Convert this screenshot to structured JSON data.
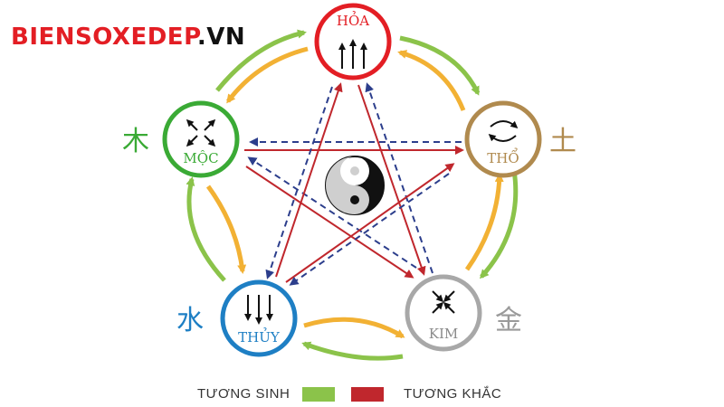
{
  "brand": {
    "name": "BIENSOXEDEP",
    "tld": ".VN"
  },
  "colors": {
    "sinh": "#8bc34a",
    "sinh_head": "#f2b134",
    "khac": "#c0272d",
    "khac_dash": "#2c3e8c",
    "hoa": "#e31e24",
    "tho": "#b08a4e",
    "kim": "#a8a8a8",
    "thuy": "#1e7fc4",
    "moc": "#3aaa35"
  },
  "elements": [
    {
      "id": "hoa",
      "name": "HỎA",
      "hanzi": "",
      "icon": "arrows-up-icon"
    },
    {
      "id": "tho",
      "name": "THỔ",
      "hanzi": "土",
      "icon": "cycle-arrows-icon"
    },
    {
      "id": "kim",
      "name": "KIM",
      "hanzi": "金",
      "icon": "arrows-inward-icon"
    },
    {
      "id": "thuy",
      "name": "THỦY",
      "hanzi": "水",
      "icon": "arrows-down-icon"
    },
    {
      "id": "moc",
      "name": "MỘC",
      "hanzi": "木",
      "icon": "arrows-outward-icon"
    }
  ],
  "center_icon": "yin-yang-icon",
  "legend": {
    "sinh_label": "TƯƠNG SINH",
    "khac_label": "TƯƠNG KHẮC"
  }
}
